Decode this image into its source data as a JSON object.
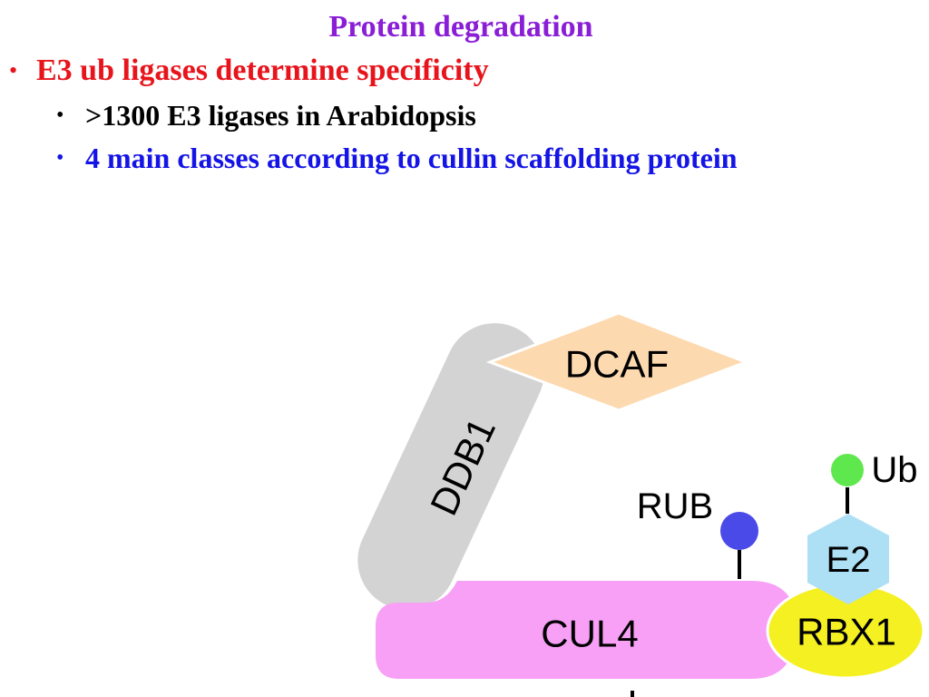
{
  "slide": {
    "title": "Protein degradation",
    "bullets": [
      {
        "bullet": "•",
        "text": "E3 ub ligases determine specificity"
      },
      {
        "bullet": "•",
        "text": ">1300 E3 ligases in Arabidopsis"
      },
      {
        "bullet": "•",
        "text": "4 main classes according to cullin scaffolding protein"
      }
    ]
  },
  "diagram": {
    "components": {
      "ddb1": "DDB1",
      "dcaf": "DCAF",
      "cul4": "CUL4",
      "rub": "RUB",
      "ub": "Ub",
      "e2": "E2",
      "rbx1": "RBX1"
    }
  },
  "colors": {
    "title": "#8a1dd6",
    "bullet_level1": "#e8141c",
    "bullet_level2_first": "#000000",
    "bullet_level2_second": "#1414e6",
    "ddb1_fill": "#d3d3d3",
    "dcaf_fill": "#fdd9b0",
    "cul4_fill": "#f7a0f5",
    "rub_fill": "#4a4ae8",
    "ub_fill": "#5fe84e",
    "e2_fill": "#aee0f5",
    "rbx1_fill": "#f5f022"
  }
}
